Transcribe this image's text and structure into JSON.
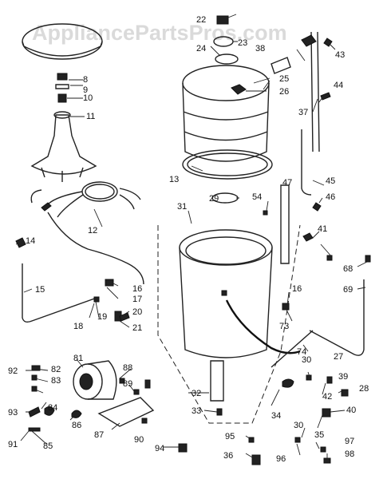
{
  "watermark": "AppliancePartsPros.com",
  "callouts": [
    "8",
    "9",
    "10",
    "11",
    "12",
    "13",
    "14",
    "15",
    "16",
    "16",
    "17",
    "18",
    "19",
    "20",
    "21",
    "22",
    "23",
    "24",
    "25",
    "26",
    "27",
    "28",
    "29",
    "30",
    "30",
    "31",
    "32",
    "33",
    "34",
    "35",
    "36",
    "37",
    "38",
    "39",
    "40",
    "41",
    "42",
    "43",
    "44",
    "45",
    "46",
    "47",
    "54",
    "68",
    "69",
    "73",
    "74",
    "81",
    "82",
    "83",
    "84",
    "85",
    "86",
    "87",
    "88",
    "89",
    "90",
    "91",
    "92",
    "93",
    "94",
    "95",
    "96",
    "97",
    "98"
  ]
}
